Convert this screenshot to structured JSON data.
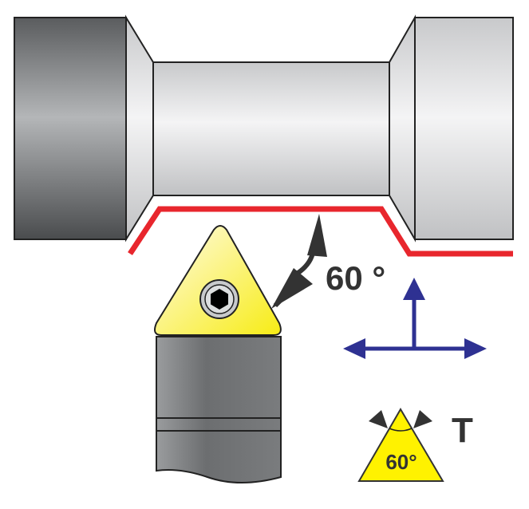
{
  "angle_label": "60 °",
  "symbol": {
    "angle_label": "60°",
    "code_letter": "T"
  },
  "colors": {
    "contour": "#e8262d",
    "insert": "#f5ee2a",
    "feed_arrows": "#2e3192",
    "symbol_fill": "#fff200",
    "dark": "#333333"
  }
}
